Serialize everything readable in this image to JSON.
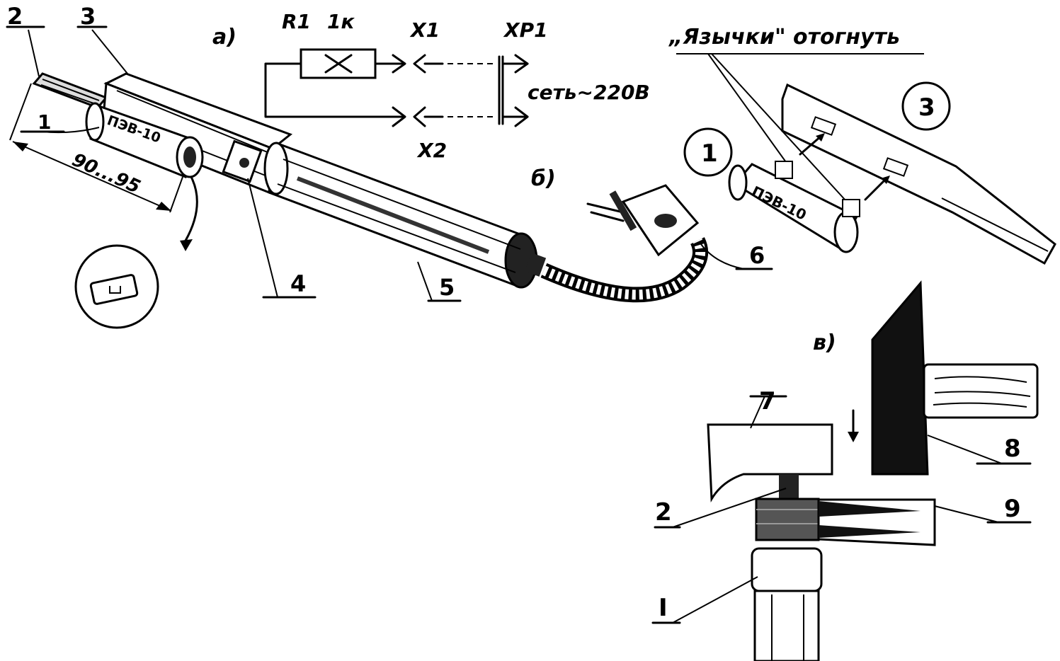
{
  "callouts": {
    "c1": "1",
    "c2": "2",
    "c3": "3",
    "c4": "4",
    "c5": "5",
    "c6": "6",
    "c7": "7",
    "c8": "8",
    "c9": "9",
    "c2b": "2",
    "c1b": "I"
  },
  "dimension": "90...95",
  "resistor_marking": "ПЭВ-10",
  "resistor_marking_right": "ПЭВ-10",
  "section_labels": {
    "a": "а)",
    "b": "б)",
    "c": "в)"
  },
  "circled": {
    "one": "1",
    "three": "3"
  },
  "note": "„Язычки\" отогнуть",
  "schematic": {
    "r1": "R1",
    "r1_value": "1к",
    "x1": "X1",
    "x2": "X2",
    "xp1": "XP1",
    "mains": "сеть~220В"
  }
}
